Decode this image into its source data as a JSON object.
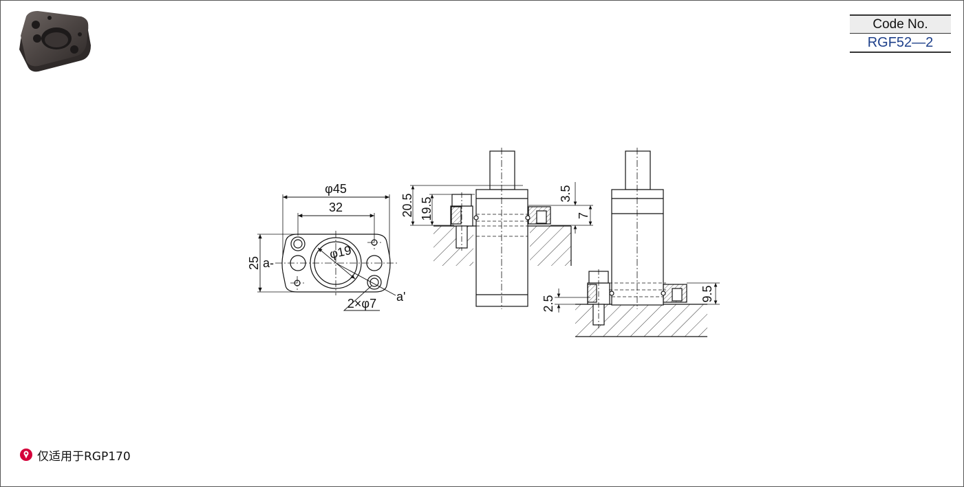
{
  "code_box": {
    "label": "Code No.",
    "value": "RGF52—2"
  },
  "note": {
    "icon": "warning-pin-icon",
    "text": "仅适用于RGP170",
    "icon_color": "#d4003a"
  },
  "dimensions": {
    "phi45": "φ45",
    "d32": "32",
    "d25": "25",
    "phi19": "φ19",
    "holes": "2×φ7",
    "sec_a": "a-",
    "sec_a2": "a'",
    "d20_5": "20.5",
    "d19_5": "19.5",
    "d3_5": "3.5",
    "d7": "7",
    "d2_5": "2.5",
    "d9_5": "9.5"
  }
}
